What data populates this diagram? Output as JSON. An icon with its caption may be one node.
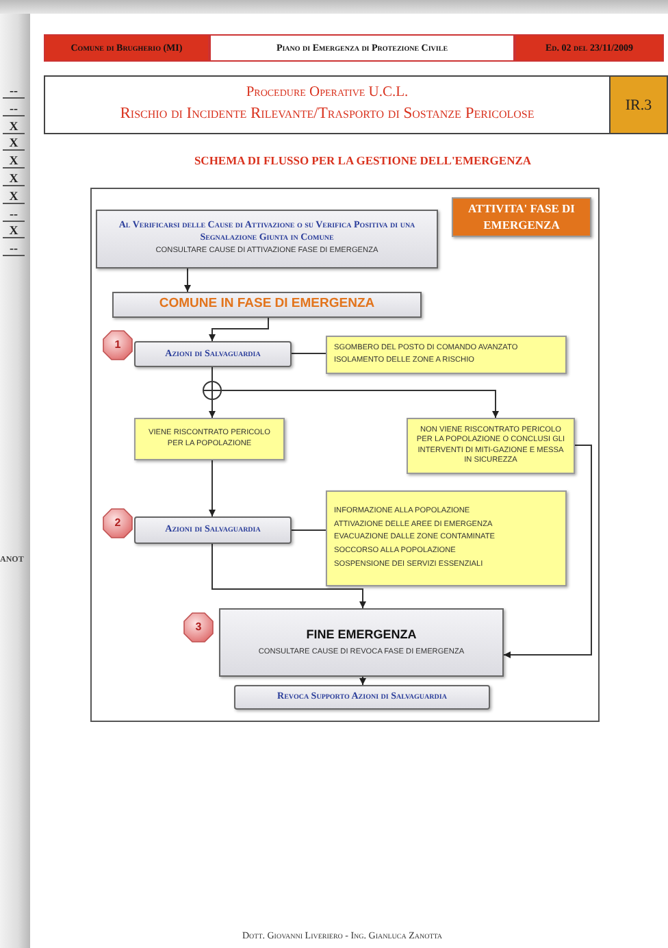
{
  "diagram": {
    "title": "SCHEMA DI FLUSSO PER LA GESTIONE DELL'EMERGENZA",
    "nodes": [
      {
        "text": [
          "ATTIVITA' FASE DI EMERGENZA"
        ]
      },
      {
        "text": [
          "Al Verificarsi delle Cause di Attivazione o su Verifica Positiva di una Segnalazione Giunta in Comune",
          "CONSULTARE CAUSE DI ATTIVAZIONE FASE DI EMERGENZA"
        ]
      },
      {
        "text": [
          "COMUNE IN FASE DI EMERGENZA"
        ]
      },
      {
        "text": [
          "1"
        ]
      },
      {
        "text": [
          "Azioni di Salvaguardia"
        ]
      },
      {
        "text": [
          "SGOMBERO DEL POSTO DI COMANDO AVANZATO",
          "ISOLAMENTO DELLE  ZONE A RISCHIO"
        ]
      },
      {
        "text": [],
        "shape": "circle"
      },
      {
        "text": [
          "VIENE RISCONTRATO PERICOLO PER LA POPOLAZIONE"
        ]
      },
      {
        "text": [
          "NON VIENE RISCONTRATO PERICOLO PER LA POPOLAZIONE O CONCLUSI GLI INTERVENTI DI MITI-GAZIONE E MESSA IN SICUREZZA"
        ]
      },
      {
        "text": [
          "2"
        ]
      },
      {
        "text": [
          "Azioni di Salvaguardia"
        ]
      },
      {
        "text": [
          "INFORMAZIONE ALLA POPOLAZIONE",
          "ATTIVAZIONE DELLE AREE DI EMERGENZA",
          "EVACUAZIONE DALLE ZONE CONTAMINATE",
          "SOCCORSO ALLA POPOLAZIONE",
          "SOSPENSIONE DEI SERVIZI ESSENZIALI"
        ]
      },
      {
        "text": [
          "3"
        ]
      },
      {
        "text": [
          "FINE EMERGENZA",
          "CONSULTARE CAUSE DI REVOCA FASE DI EMERGENZA"
        ]
      },
      {
        "text": [
          "Revoca Supporto Azioni di Salvaguardia"
        ]
      }
    ],
    "edges": [
      {
        "from": 1,
        "to": 2,
        "arrow": "to"
      },
      {
        "from": 2,
        "to": 4,
        "arrow": "to"
      },
      {
        "from": 4,
        "to": 5,
        "arrow": "none"
      },
      {
        "from": 4,
        "to": 6,
        "arrow": "none"
      },
      {
        "from": 6,
        "to": 7,
        "arrow": "to"
      },
      {
        "from": 6,
        "to": 8,
        "arrow": "to"
      },
      {
        "from": 7,
        "to": 10,
        "arrow": "to"
      },
      {
        "from": 10,
        "to": 11,
        "arrow": "none"
      },
      {
        "from": 10,
        "to": 13,
        "arrow": "to"
      },
      {
        "from": 8,
        "to": 13,
        "arrow": "to"
      },
      {
        "from": 13,
        "to": 14,
        "arrow": "to"
      }
    ],
    "labels": [
      "--",
      "--",
      "X",
      "X",
      "X",
      "X",
      "X",
      "--",
      "X",
      "--",
      "Comune di Brugherio (MI)",
      "Piano di Emergenza di Protezione Civile",
      "Ed. 02 del 23/11/2009",
      "Procedure Operative U.C.L.",
      "Rischio di Incidente Rilevante/Trasporto di Sostanze Pericolose",
      "IR.3",
      "ANOT",
      "Dott. Giovanni Liveriero - Ing. Gianluca Zanotta"
    ]
  }
}
